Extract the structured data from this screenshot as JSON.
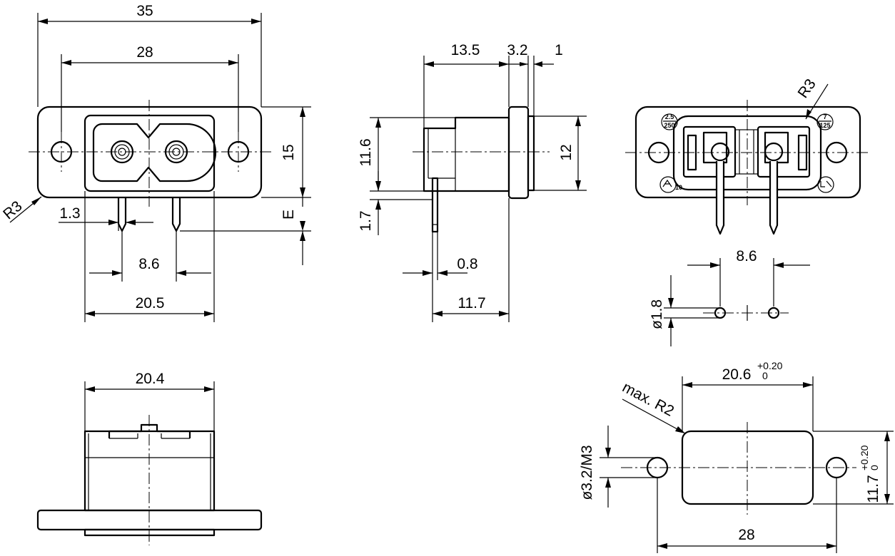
{
  "front_view": {
    "dim_overall_width": "35",
    "dim_hole_pitch": "28",
    "dim_height": "15",
    "dim_corner_radius": "R3",
    "dim_pin_width": "1.3",
    "dim_pin_length": "E",
    "dim_pin_pitch": "8.6",
    "dim_body_width": "20.5"
  },
  "side_view": {
    "dim_body_depth": "13.5",
    "dim_flange_thickness": "3.2",
    "dim_front_step": "1",
    "dim_body_height": "11.6",
    "dim_flange_height": "12",
    "dim_pin_offset": "1.7",
    "dim_pin_thickness": "0.8",
    "dim_pin_position": "11.7"
  },
  "rear_view": {
    "dim_corner_radius": "R3",
    "mark_tl_top": "2.5",
    "mark_tl_bottom": "250",
    "mark_tr_top": "7",
    "mark_tr_bottom": "125",
    "mark_bl": "10"
  },
  "pcb_layout": {
    "dim_pin_pitch": "8.6",
    "dim_hole_diameter": "ø1.8"
  },
  "bottom_view": {
    "dim_width": "20.4"
  },
  "panel_cutout": {
    "dim_cutout_width": "20.6",
    "dim_cutout_width_tol_upper": "+0.20",
    "dim_cutout_width_tol_lower": "0",
    "dim_cutout_height": "11.7",
    "dim_cutout_height_tol_upper": "+0.20",
    "dim_cutout_height_tol_lower": "0",
    "dim_corner_radius": "max. R2",
    "dim_hole": "ø3.2/M3",
    "dim_hole_pitch": "28"
  }
}
